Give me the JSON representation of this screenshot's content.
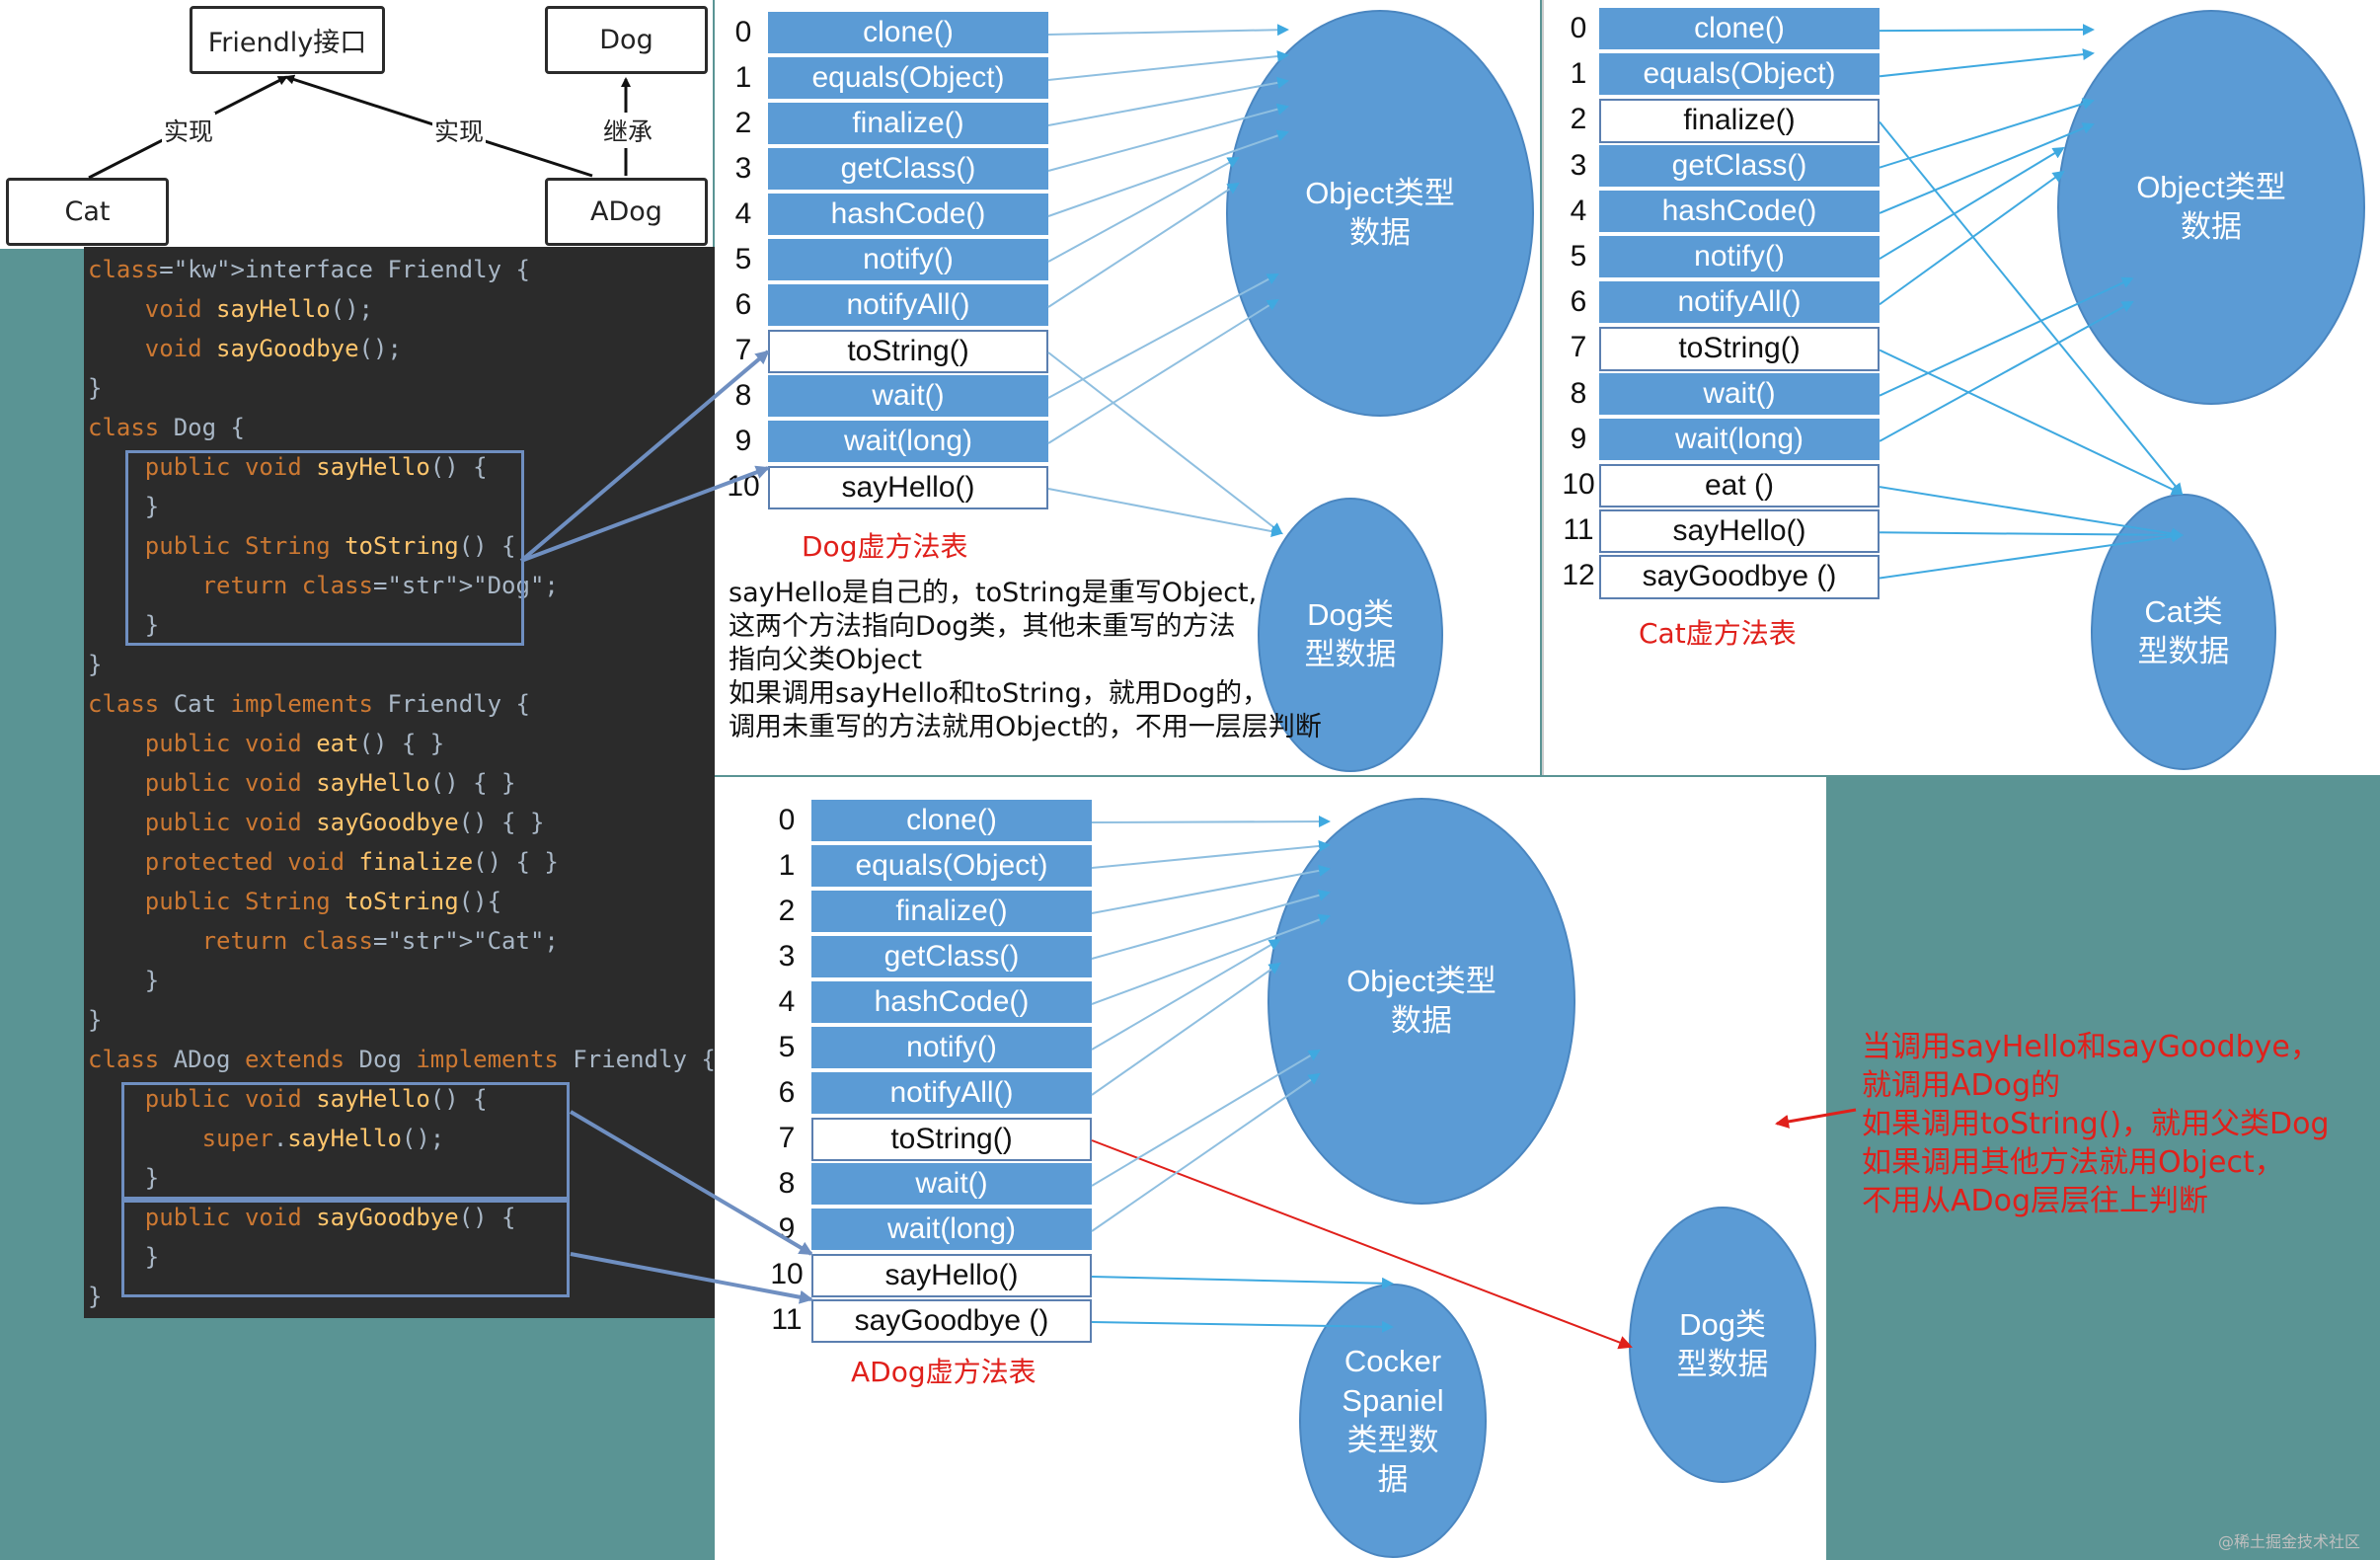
{
  "uml": {
    "friendly": "Friendly接口",
    "dog": "Dog",
    "cat": "Cat",
    "adog": "ADog",
    "impl_left": "实现",
    "impl_right": "实现",
    "extends": "继承"
  },
  "code_lines": [
    "interface Friendly {",
    "    void sayHello();",
    "    void sayGoodbye();",
    "}",
    "class Dog {",
    "    public void sayHello() {",
    "    }",
    "    public String toString() {",
    "        return \"Dog\";",
    "    }",
    "}",
    "class Cat implements Friendly {",
    "    public void eat() { }",
    "    public void sayHello() { }",
    "    public void sayGoodbye() { }",
    "    protected void finalize() { }",
    "    public String toString(){",
    "        return \"Cat\";",
    "    }",
    "}",
    "class ADog extends Dog implements Friendly {",
    "    public void sayHello() {",
    "        super.sayHello();",
    "    }",
    "    public void sayGoodbye() {",
    "    }",
    "}"
  ],
  "dog_table": {
    "caption": "Dog虚方法表",
    "rows": [
      {
        "idx": "0",
        "name": "clone()",
        "style": "blue"
      },
      {
        "idx": "1",
        "name": "equals(Object)",
        "style": "blue"
      },
      {
        "idx": "2",
        "name": "finalize()",
        "style": "blue"
      },
      {
        "idx": "3",
        "name": "getClass()",
        "style": "blue"
      },
      {
        "idx": "4",
        "name": "hashCode()",
        "style": "blue"
      },
      {
        "idx": "5",
        "name": "notify()",
        "style": "blue"
      },
      {
        "idx": "6",
        "name": "notifyAll()",
        "style": "blue"
      },
      {
        "idx": "7",
        "name": "toString()",
        "style": "white"
      },
      {
        "idx": "8",
        "name": "wait()",
        "style": "blue"
      },
      {
        "idx": "9",
        "name": "wait(long)",
        "style": "blue"
      },
      {
        "idx": "10",
        "name": "sayHello()",
        "style": "white"
      }
    ],
    "object_label": "Object类型\n数据",
    "dog_label": "Dog类\n型数据"
  },
  "dog_note": "sayHello是自己的，toString是重写Object,\n这两个方法指向Dog类，其他未重写的方法\n指向父类Object\n如果调用sayHello和toString，就用Dog的，\n调用未重写的方法就用Object的，不用一层层判断",
  "cat_table": {
    "caption": "Cat虚方法表",
    "rows": [
      {
        "idx": "0",
        "name": "clone()",
        "style": "blue"
      },
      {
        "idx": "1",
        "name": "equals(Object)",
        "style": "blue"
      },
      {
        "idx": "2",
        "name": "finalize()",
        "style": "white"
      },
      {
        "idx": "3",
        "name": "getClass()",
        "style": "blue"
      },
      {
        "idx": "4",
        "name": "hashCode()",
        "style": "blue"
      },
      {
        "idx": "5",
        "name": "notify()",
        "style": "blue"
      },
      {
        "idx": "6",
        "name": "notifyAll()",
        "style": "blue"
      },
      {
        "idx": "7",
        "name": "toString()",
        "style": "white"
      },
      {
        "idx": "8",
        "name": "wait()",
        "style": "blue"
      },
      {
        "idx": "9",
        "name": "wait(long)",
        "style": "blue"
      },
      {
        "idx": "10",
        "name": "eat ()",
        "style": "white"
      },
      {
        "idx": "11",
        "name": "sayHello()",
        "style": "white"
      },
      {
        "idx": "12",
        "name": "sayGoodbye ()",
        "style": "white"
      }
    ],
    "object_label": "Object类型\n数据",
    "cat_label": "Cat类\n型数据"
  },
  "adog_table": {
    "caption": "ADog虚方法表",
    "rows": [
      {
        "idx": "0",
        "name": "clone()",
        "style": "blue"
      },
      {
        "idx": "1",
        "name": "equals(Object)",
        "style": "blue"
      },
      {
        "idx": "2",
        "name": "finalize()",
        "style": "blue"
      },
      {
        "idx": "3",
        "name": "getClass()",
        "style": "blue"
      },
      {
        "idx": "4",
        "name": "hashCode()",
        "style": "blue"
      },
      {
        "idx": "5",
        "name": "notify()",
        "style": "blue"
      },
      {
        "idx": "6",
        "name": "notifyAll()",
        "style": "blue"
      },
      {
        "idx": "7",
        "name": "toString()",
        "style": "white"
      },
      {
        "idx": "8",
        "name": "wait()",
        "style": "blue"
      },
      {
        "idx": "9",
        "name": "wait(long)",
        "style": "blue"
      },
      {
        "idx": "10",
        "name": "sayHello()",
        "style": "white"
      },
      {
        "idx": "11",
        "name": "sayGoodbye ()",
        "style": "white"
      }
    ],
    "object_label": "Object类型\n数据",
    "spaniel_label": "Cocker\nSpaniel\n类型数\n据",
    "dog_label": "Dog类\n型数据"
  },
  "adog_note": "当调用sayHello和sayGoodbye，\n就调用ADog的\n如果调用toString()，就用父类Dog\n如果调用其他方法就用Object，\n不用从ADog层层往上判断",
  "watermark": "@稀土掘金技术社区",
  "colors": {
    "blue": "#5b9bd5",
    "red": "#e0201b",
    "teal": "#5a9494",
    "code_bg": "#2b2b2b"
  }
}
